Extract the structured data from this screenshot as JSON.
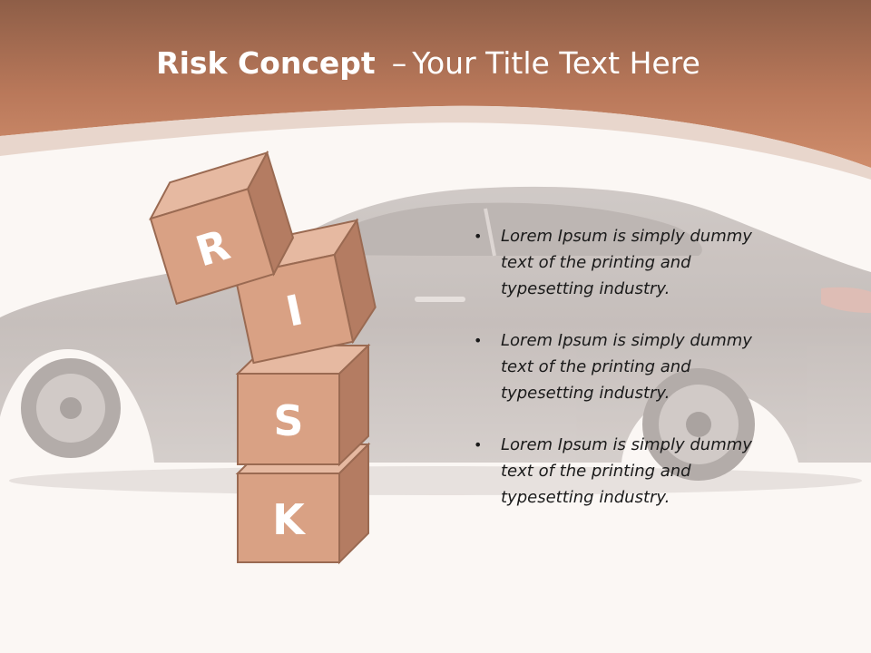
{
  "slide": {
    "title_bold": "Risk Concept",
    "title_dash": "–",
    "title_rest": "Your Title Text Here"
  },
  "cubes": {
    "letters": [
      "R",
      "I",
      "S",
      "K"
    ]
  },
  "bullets": [
    {
      "marker": "•",
      "text": "Lorem Ipsum is simply dummy text of the printing and typesetting industry."
    },
    {
      "marker": "•",
      "text": "Lorem Ipsum is simply dummy text of the printing and typesetting industry."
    },
    {
      "marker": "•",
      "text": "Lorem Ipsum is simply dummy text of the printing and typesetting industry."
    }
  ],
  "colors": {
    "header": "#c07f5c",
    "cube_front": "#d9a184",
    "cube_top": "#e6b9a1",
    "cube_side": "#b47c62",
    "cube_edge": "#9a6a52"
  }
}
